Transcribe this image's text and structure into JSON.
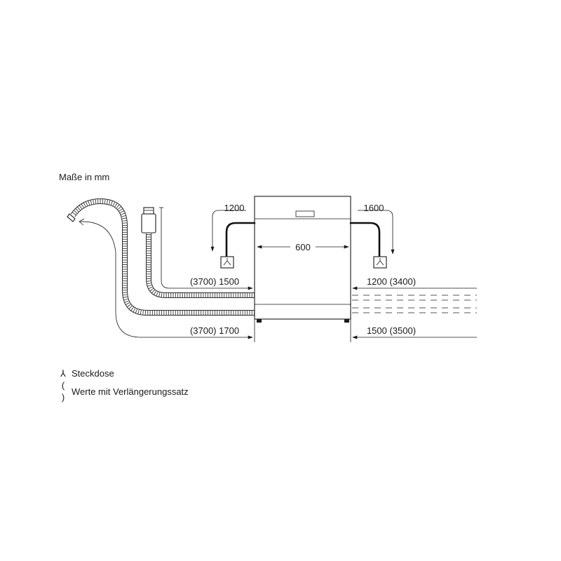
{
  "heading": "Maße in mm",
  "dimensions": {
    "width": "600",
    "left_upper_hose": "(3700) 1500",
    "left_lower_hose": "(3700) 1700",
    "left_power": "1200",
    "right_power": "1600",
    "right_upper": "1200 (3400)",
    "right_lower": "1500 (3500)"
  },
  "legend": {
    "socket_symbol": "⅄",
    "socket_label": "Steckdose",
    "ext_symbol": "( )",
    "ext_label": "Werte mit Verlängerungssatz"
  }
}
